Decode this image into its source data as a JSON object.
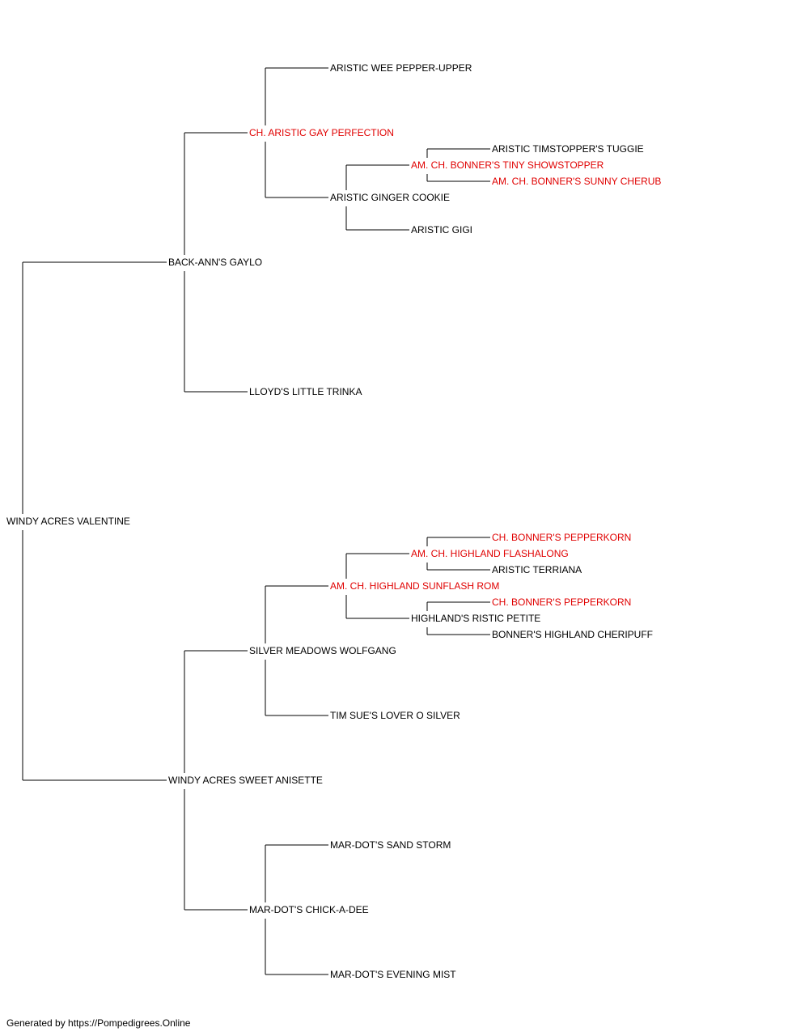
{
  "colors": {
    "champion": "#e00000",
    "normal": "#000000",
    "line": "#000000"
  },
  "pedigree": {
    "name": "WINDY ACRES VALENTINE",
    "sire": {
      "name": "BACK-ANN'S GAYLO",
      "sire": {
        "name": "CH. ARISTIC GAY PERFECTION",
        "champion": true,
        "sire": {
          "name": "ARISTIC WEE PEPPER-UPPER"
        },
        "dam": {
          "name": "ARISTIC GINGER COOKIE",
          "sire": {
            "name": "AM. CH. BONNER'S TINY SHOWSTOPPER",
            "champion": true,
            "sire": {
              "name": "ARISTIC TIMSTOPPER'S TUGGIE"
            },
            "dam": {
              "name": "AM. CH. BONNER'S SUNNY CHERUB",
              "champion": true
            }
          },
          "dam": {
            "name": "ARISTIC GIGI"
          }
        }
      },
      "dam": {
        "name": "LLOYD'S LITTLE TRINKA"
      }
    },
    "dam": {
      "name": "WINDY ACRES SWEET ANISETTE",
      "sire": {
        "name": "SILVER MEADOWS WOLFGANG",
        "sire": {
          "name": "AM. CH. HIGHLAND SUNFLASH ROM",
          "champion": true,
          "sire": {
            "name": "AM. CH. HIGHLAND FLASHALONG",
            "champion": true,
            "sire": {
              "name": "CH. BONNER'S PEPPERKORN",
              "champion": true
            },
            "dam": {
              "name": "ARISTIC TERRIANA"
            }
          },
          "dam": {
            "name": "HIGHLAND'S RISTIC PETITE",
            "sire": {
              "name": "CH. BONNER'S PEPPERKORN",
              "champion": true
            },
            "dam": {
              "name": "BONNER'S HIGHLAND CHERIPUFF"
            }
          }
        },
        "dam": {
          "name": "TIM SUE'S LOVER O SILVER"
        }
      },
      "dam": {
        "name": "MAR-DOT'S CHICK-A-DEE",
        "sire": {
          "name": "MAR-DOT'S SAND STORM"
        },
        "dam": {
          "name": "MAR-DOT'S EVENING MIST"
        }
      }
    }
  },
  "footer": {
    "text": "Generated by https://Pompedigrees.Online"
  }
}
